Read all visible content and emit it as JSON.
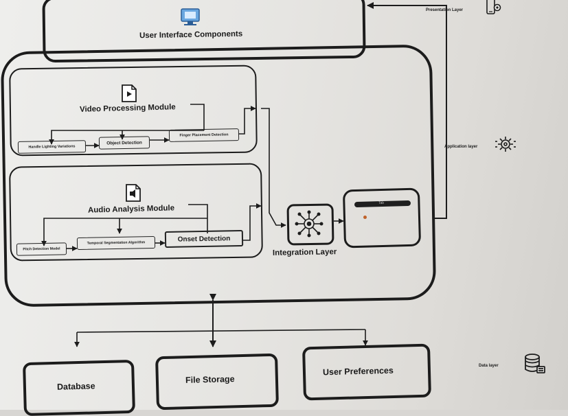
{
  "diagram": {
    "presentation": {
      "ui_components": "User Interface Components",
      "layer_label": "Presentation Layer"
    },
    "application": {
      "layer_label": "Application layer",
      "video_module": {
        "title": "Video Processing Module",
        "steps": [
          "Handle Lighting Variations",
          "Object Detection",
          "Finger Placement Detection"
        ]
      },
      "audio_module": {
        "title": "Audio Analysis Module",
        "steps": [
          "Pitch Detection Model",
          "Temporal Segmentation Algorithm",
          "Onset Detection"
        ]
      },
      "integration": "Integration Layer",
      "tab_label": "Tab"
    },
    "data": {
      "layer_label": "Data layer",
      "stores": [
        "Database",
        "File Storage",
        "User Preferences"
      ]
    }
  },
  "icons": {
    "ui": "monitor-icon",
    "video": "video-file-icon",
    "audio": "audio-file-icon",
    "integration": "network-brain-icon",
    "presentation_layer": "phone-gear-icon",
    "application_layer": "gear-icon",
    "data_layer": "database-icon"
  }
}
